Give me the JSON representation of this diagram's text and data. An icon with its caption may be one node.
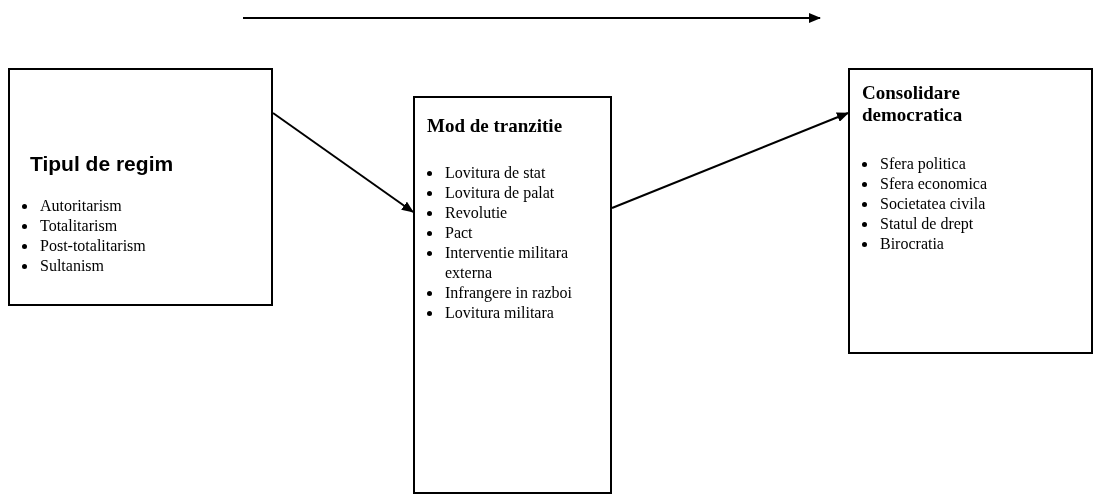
{
  "diagram": {
    "nodes": [
      {
        "text": [
          "Tipul de regim",
          "Autoritarism",
          "Totalitarism",
          "Post-totalitarism",
          "Sultanism"
        ]
      },
      {
        "text": [
          "Mod de tranzitie",
          "Lovitura de stat",
          "Lovitura de palat",
          "Revolutie",
          "Pact",
          "Interventie militara externa",
          "Infrangere in razboi",
          "Lovitura militara"
        ]
      },
      {
        "text": [
          "Consolidare democratica",
          "Sfera politica",
          "Sfera economica",
          "Societatea civila",
          "Statul de drept",
          "Birocratia"
        ]
      }
    ],
    "edges": [
      {
        "from": 0,
        "to": 1,
        "arrow": "to"
      },
      {
        "from": 1,
        "to": 2,
        "arrow": "to"
      }
    ]
  }
}
